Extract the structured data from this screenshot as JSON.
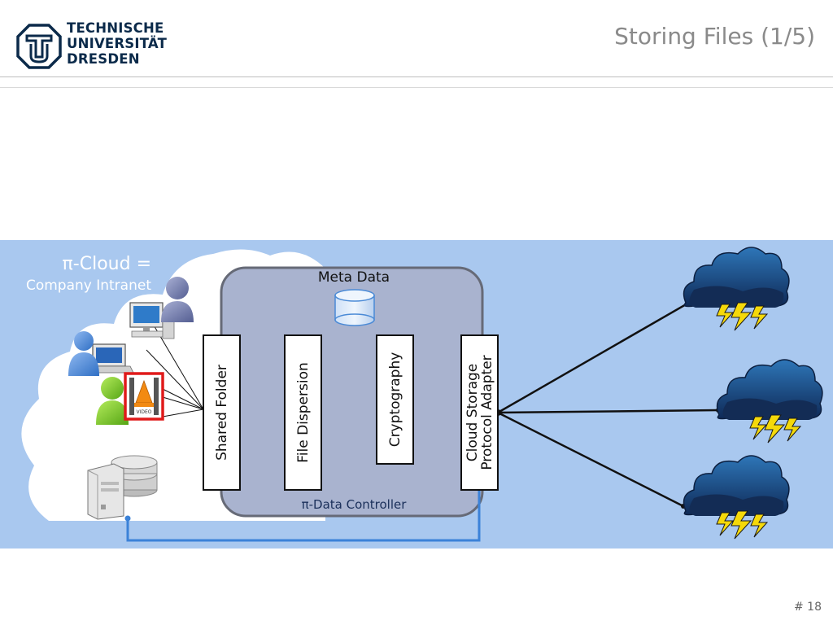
{
  "header": {
    "logo_lines": [
      "TECHNISCHE",
      "UNIVERSITÄT",
      "DRESDEN"
    ],
    "title": "Storing Files (1/5)"
  },
  "diagram": {
    "cloud_title": "π-Cloud =",
    "cloud_subtitle": "Company Intranet",
    "meta_data_label": "Meta Data",
    "controller_label": "π-Data Controller",
    "modules": [
      "Shared Folder",
      "File Dispersion",
      "Cryptography"
    ],
    "adapter_lines": [
      "Cloud Storage",
      "Protocol Adapter"
    ],
    "video_badge": "VIDEO"
  },
  "colors": {
    "background_band": "#a9c8ef",
    "controller_fill": "#a9b3cf",
    "link_line": "#3b82d8",
    "storm_cloud": "#1a3560",
    "lightning": "#f5d90a"
  },
  "footer": {
    "page": "# 18"
  }
}
